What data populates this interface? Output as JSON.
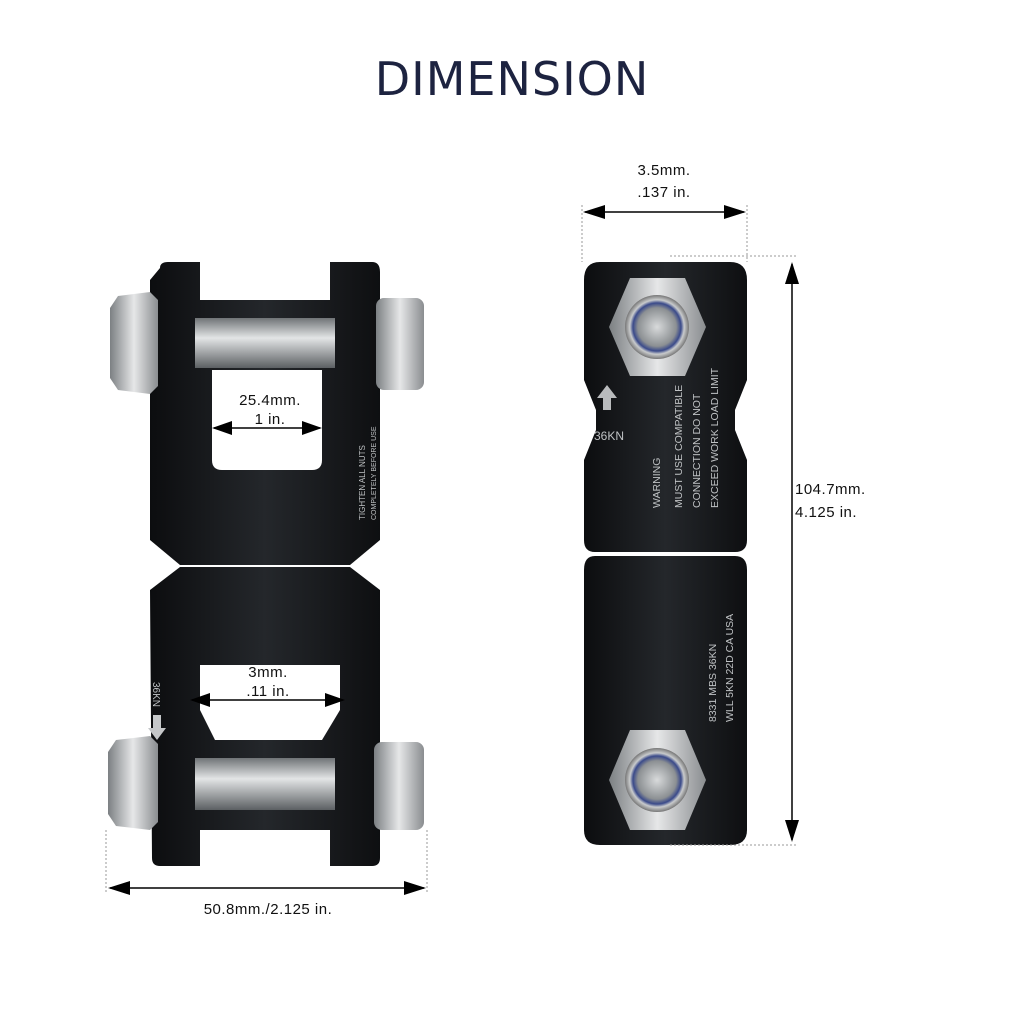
{
  "title": "DIMENSION",
  "left_view": {
    "inner_width": {
      "mm": "25.4mm.",
      "in": "1 in."
    },
    "lower_gap": {
      "mm": "3mm.",
      "in": ".11 in."
    },
    "overall_width": "50.8mm./2.125 in.",
    "etched_text": [
      "TIGHTEN ALL NUTS",
      "COMPLETELY BEFORE USE",
      "36KN"
    ]
  },
  "right_view": {
    "thickness": {
      "mm": "3.5mm.",
      "in": ".137 in."
    },
    "length": {
      "mm": "104.7mm.",
      "in": "4.125 in."
    },
    "etched_text": {
      "rating": "36KN",
      "warning": [
        "WARNING",
        "MUST USE COMPATIBLE",
        "CONNECTION DO NOT",
        "EXCEED WORK LOAD LIMIT"
      ],
      "spec": [
        "8331 MBS 36KN",
        "WLL 5KN 22D  CA USA"
      ]
    }
  },
  "colors": {
    "title": "#1d2340",
    "body": "#16181b",
    "steel": "#a9acaf"
  }
}
